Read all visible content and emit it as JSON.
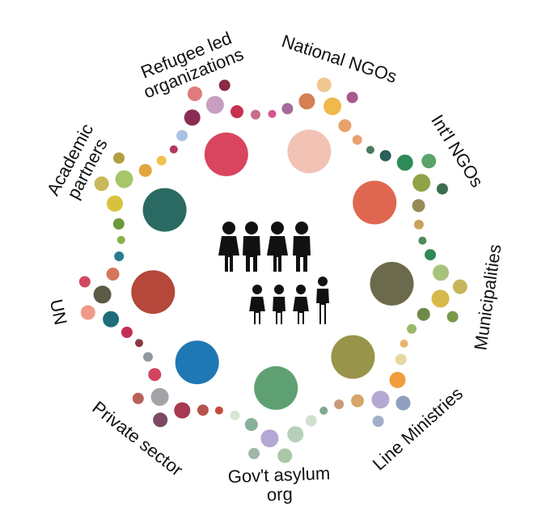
{
  "center": {
    "icon": "family-people-icon"
  },
  "stakeholders": [
    {
      "key": "refugee-led",
      "label_lines": [
        "Refugee led",
        "organizations"
      ],
      "main_color": "#d9455f",
      "dots": [
        "#8b2d52",
        "#c89ec2",
        "#a9c3e3",
        "#c8304e",
        "#e07b7b",
        "#b03a5b",
        "#c76e8c",
        "#8a2a45"
      ]
    },
    {
      "key": "national-ngos",
      "label_lines": [
        "National NGOs"
      ],
      "main_color": "#f2c2b4",
      "dots": [
        "#d57f52",
        "#f1b84a",
        "#a46b9a",
        "#e8a26a",
        "#f0c78f",
        "#d4568c",
        "#e8a070",
        "#a85a8a"
      ]
    },
    {
      "key": "intl-ngos",
      "label_lines": [
        "Int'l NGOs"
      ],
      "main_color": "#e0674f",
      "dots": [
        "#2e8b57",
        "#8fa348",
        "#2b5f59",
        "#9a8a5a",
        "#5aa36a",
        "#4b7b5e",
        "#c9a25b",
        "#3c6e4e"
      ]
    },
    {
      "key": "municipalities",
      "label_lines": [
        "Municipalities"
      ],
      "main_color": "#6b6a4c",
      "dots": [
        "#a7c27c",
        "#d8b84a",
        "#2e8b57",
        "#6e8a4a",
        "#c6b55a",
        "#4d8a5a",
        "#9bb76a",
        "#7a9a4a"
      ]
    },
    {
      "key": "line-ministries",
      "label_lines": [
        "Line Ministries"
      ],
      "main_color": "#98944a",
      "dots": [
        "#f39c3c",
        "#b4a9d3",
        "#e6d9a0",
        "#d7a66a",
        "#8e9fc0",
        "#e9b46a",
        "#c89a7a",
        "#a0b0c8"
      ]
    },
    {
      "key": "govt-asylum",
      "label_lines": [
        "Gov't asylum",
        "org"
      ],
      "main_color": "#5fa073",
      "dots": [
        "#b8cfbc",
        "#b3a7d3",
        "#cfe0cf",
        "#88b09a",
        "#a9c6a6",
        "#7ea892",
        "#d8e6d4",
        "#9fb7a8"
      ]
    },
    {
      "key": "private-sector",
      "label_lines": [
        "Private sector"
      ],
      "main_color": "#1f78b4",
      "dots": [
        "#a73a4f",
        "#a6a3a8",
        "#b5544a",
        "#d1435f",
        "#7c4a66",
        "#c44a3e",
        "#909a9e",
        "#b86058"
      ]
    },
    {
      "key": "un",
      "label_lines": [
        "UN"
      ],
      "main_color": "#b5473b",
      "dots": [
        "#1e6d7c",
        "#5a5a46",
        "#c22f55",
        "#d5765a",
        "#f09a8a",
        "#8a3a44",
        "#2a7b8c",
        "#d04a60"
      ]
    },
    {
      "key": "academic-partners",
      "label_lines": [
        "Academic",
        "partners"
      ],
      "main_color": "#2a6a62",
      "dots": [
        "#d8c23c",
        "#a6c66a",
        "#6a9a3a",
        "#e3a53f",
        "#c9b85a",
        "#8bb04a",
        "#f0c050",
        "#b0a040"
      ]
    }
  ]
}
